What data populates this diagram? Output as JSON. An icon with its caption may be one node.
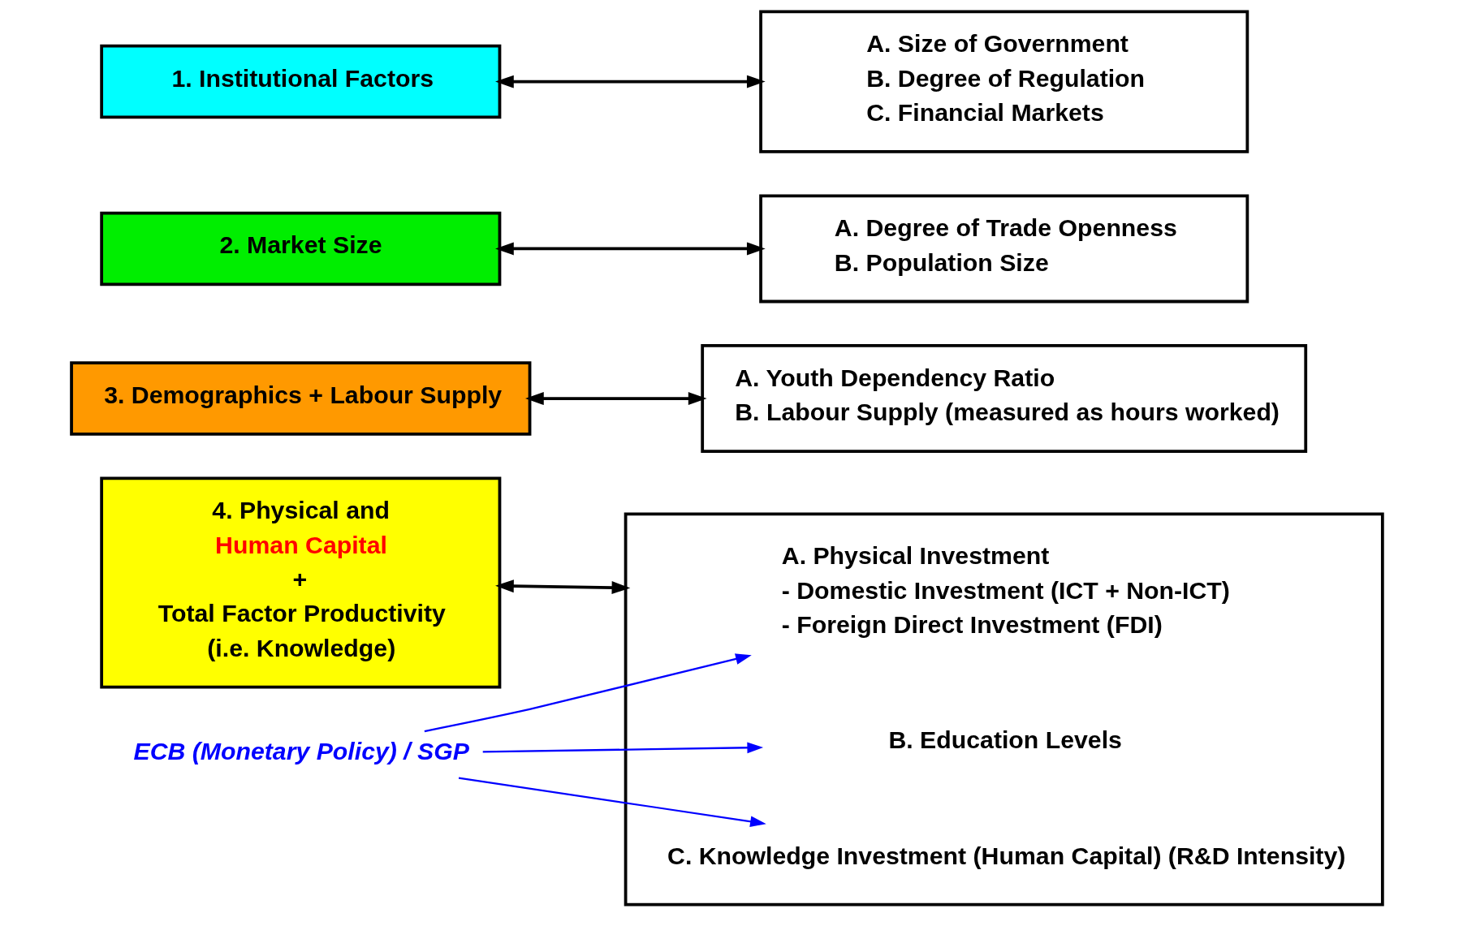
{
  "diagram": {
    "nodes": [
      {
        "text": [
          "1. Institutional Factors"
        ]
      },
      {
        "text": [
          "A. Size of Government",
          "B. Degree of Regulation",
          "C. Financial Markets"
        ]
      },
      {
        "text": [
          "2. Market Size"
        ]
      },
      {
        "text": [
          "A. Degree of Trade Openness",
          "B. Population Size"
        ]
      },
      {
        "text": [
          "3. Demographics + Labour Supply"
        ]
      },
      {
        "text": [
          "A. Youth Dependency Ratio",
          "B. Labour Supply (measured as hours worked)"
        ]
      },
      {
        "text": [
          "ECB (Monetary Policy) / SGP"
        ]
      },
      {
        "text": [
          "4. Physical and",
          "Human Capital",
          "+",
          "Total Factor Productivity",
          "(i.e. Knowledge)"
        ]
      },
      {
        "text": [],
        "shape": "box"
      },
      {
        "text": [
          "A. Physical Investment",
          "- Domestic Investment (ICT + Non-ICT)",
          "- Foreign Direct Investment (FDI)"
        ],
        "in": 8
      },
      {
        "text": [
          "B. Education Levels"
        ],
        "in": 8
      },
      {
        "text": [
          "C. Knowledge Investment (Human Capital) (R&D Intensity)"
        ],
        "in": 8
      }
    ],
    "edges": [
      {
        "from": 0,
        "to": 1,
        "arrow": "both"
      },
      {
        "from": 2,
        "to": 3,
        "arrow": "both"
      },
      {
        "from": 4,
        "to": 5,
        "arrow": "both"
      },
      {
        "from": 7,
        "to": 8,
        "arrow": "both"
      },
      {
        "from": 6,
        "to": 9,
        "arrow": "to",
        "color": "#0000ff"
      },
      {
        "from": 6,
        "to": 10,
        "arrow": "to",
        "color": "#0000ff"
      },
      {
        "from": 6,
        "to": 11,
        "arrow": "to",
        "color": "#0000ff"
      }
    ]
  }
}
